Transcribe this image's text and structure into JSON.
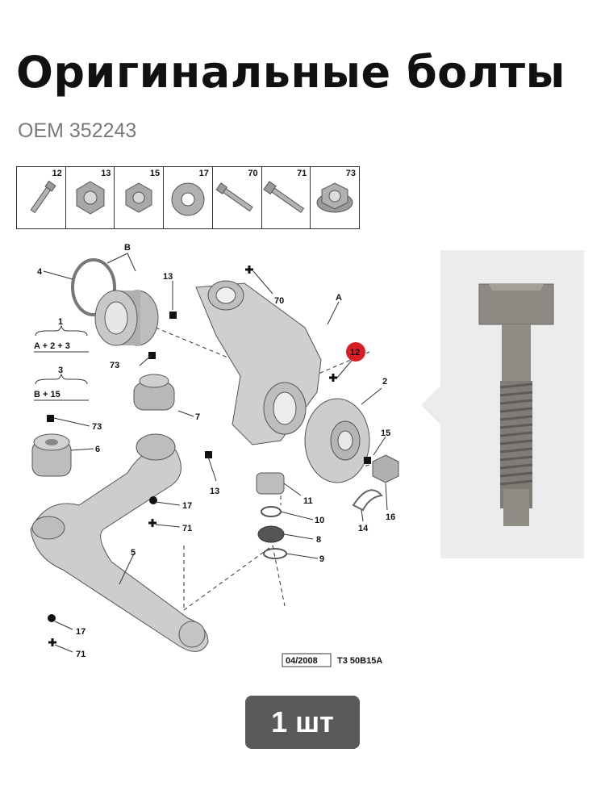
{
  "header": {
    "title": "Оригинальные болты",
    "oem": "OEM 352243"
  },
  "parts_strip": [
    {
      "number": "12",
      "icon": "bolt-icon"
    },
    {
      "number": "13",
      "icon": "hex-nut-icon"
    },
    {
      "number": "15",
      "icon": "hex-nut-icon"
    },
    {
      "number": "17",
      "icon": "washer-icon"
    },
    {
      "number": "70",
      "icon": "bolt-icon"
    },
    {
      "number": "71",
      "icon": "bolt-icon"
    },
    {
      "number": "73",
      "icon": "flange-nut-icon"
    }
  ],
  "diagram": {
    "labels": {
      "l4": "4",
      "lB": "B",
      "l13a": "13",
      "l70": "70",
      "lA": "A",
      "l12": "12",
      "l1": "1",
      "lA23": "A + 2 + 3",
      "l73a": "73",
      "l3": "3",
      "lB15": "B + 15",
      "l7": "7",
      "l73b": "73",
      "l6": "6",
      "l2": "2",
      "l15": "15",
      "l13b": "13",
      "l11": "11",
      "l17a": "17",
      "l71a": "71",
      "l10": "10",
      "l14": "14",
      "l16": "16",
      "l8": "8",
      "l9": "9",
      "l5": "5",
      "l17b": "17",
      "l71b": "71"
    },
    "highlight_color": "#d81f26",
    "footer_date": "04/2008",
    "footer_code": "T3 50B15A"
  },
  "badge": {
    "label": "1 шт"
  }
}
